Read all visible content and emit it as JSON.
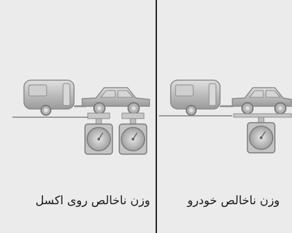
{
  "panels": [
    {
      "id": "axle",
      "caption": "وزن ناخالص روی اکسل"
    },
    {
      "id": "vehicle",
      "caption": "وزن ناخالص خودرو"
    }
  ],
  "colors": {
    "background": "#ebebeb",
    "divider": "#1e1e1e",
    "gray_light": "#c8c8c8",
    "gray_mid": "#a8a8a8",
    "gray_dark": "#7a7a7a",
    "scale_face": "#d8d8d8"
  },
  "icons": [
    "caravan-icon",
    "car-icon",
    "scale-icon"
  ]
}
